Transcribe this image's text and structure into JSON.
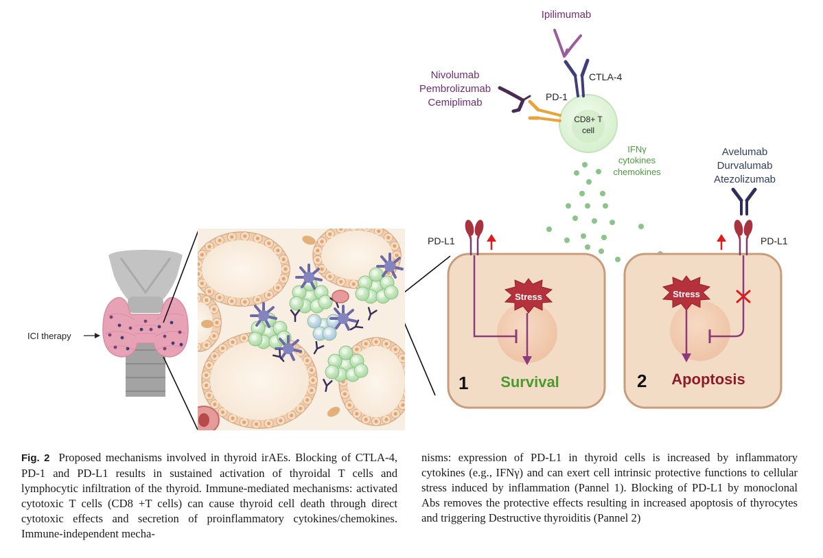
{
  "drug_groups": {
    "anti_ctla4": [
      "Ipilimumab"
    ],
    "anti_pd1": [
      "Nivolumab",
      "Pembrolizumab",
      "Cemiplimab"
    ],
    "anti_pdl1": [
      "Avelumab",
      "Durvalumab",
      "Atezolizumab"
    ]
  },
  "labels": {
    "ctla4": "CTLA-4",
    "pd1": "PD-1",
    "pdl1": "PD-L1",
    "tcell": [
      "CD8+ T",
      "cell"
    ],
    "cytokines": [
      "IFNγ",
      "cytokines",
      "chemokines"
    ],
    "ici_therapy": "ICI therapy",
    "stress": "Stress"
  },
  "panels": [
    {
      "number": "1",
      "outcome": "Survival",
      "outcome_color": "#4a9a2e"
    },
    {
      "number": "2",
      "outcome": "Apoptosis",
      "outcome_color": "#8c1c2a"
    }
  ],
  "caption": {
    "fig_label": "Fig. 2",
    "left_text": "Proposed mechanisms involved in thyroid irAEs. Blocking of CTLA-4, PD-1 and PD-L1 results in sustained activation of thyroidal T cells and lymphocytic infiltration of the thyroid. Immune-mediated mechanisms: activated cytotoxic T cells (CD8 +T cells) can cause thyroid cell death through direct cytotoxic effects and secretion of proinflammatory cytokines/chemokines. Immune-independent mecha-",
    "right_text": "nisms: expression of PD-L1 in thyroid cells is increased by inflammatory cytokines (e.g., IFNγ) and can exert cell intrinsic protective functions to cellular stress induced by inflammation (Pannel 1). Blocking of PD-L1 by monoclonal Abs removes the protective effects resulting in increased apoptosis of thyrocytes and triggering Destructive thyroiditis (Pannel 2)"
  },
  "colors": {
    "antibody_purple": "#7b3a6e",
    "drug_text": "#6f2d73",
    "cytokine_green": "#4b9a3e",
    "cell_fill": "#f3dcc6",
    "cell_border": "#c89c7a",
    "stress_red": "#b5323d",
    "pdl1_red": "#a8333f"
  }
}
